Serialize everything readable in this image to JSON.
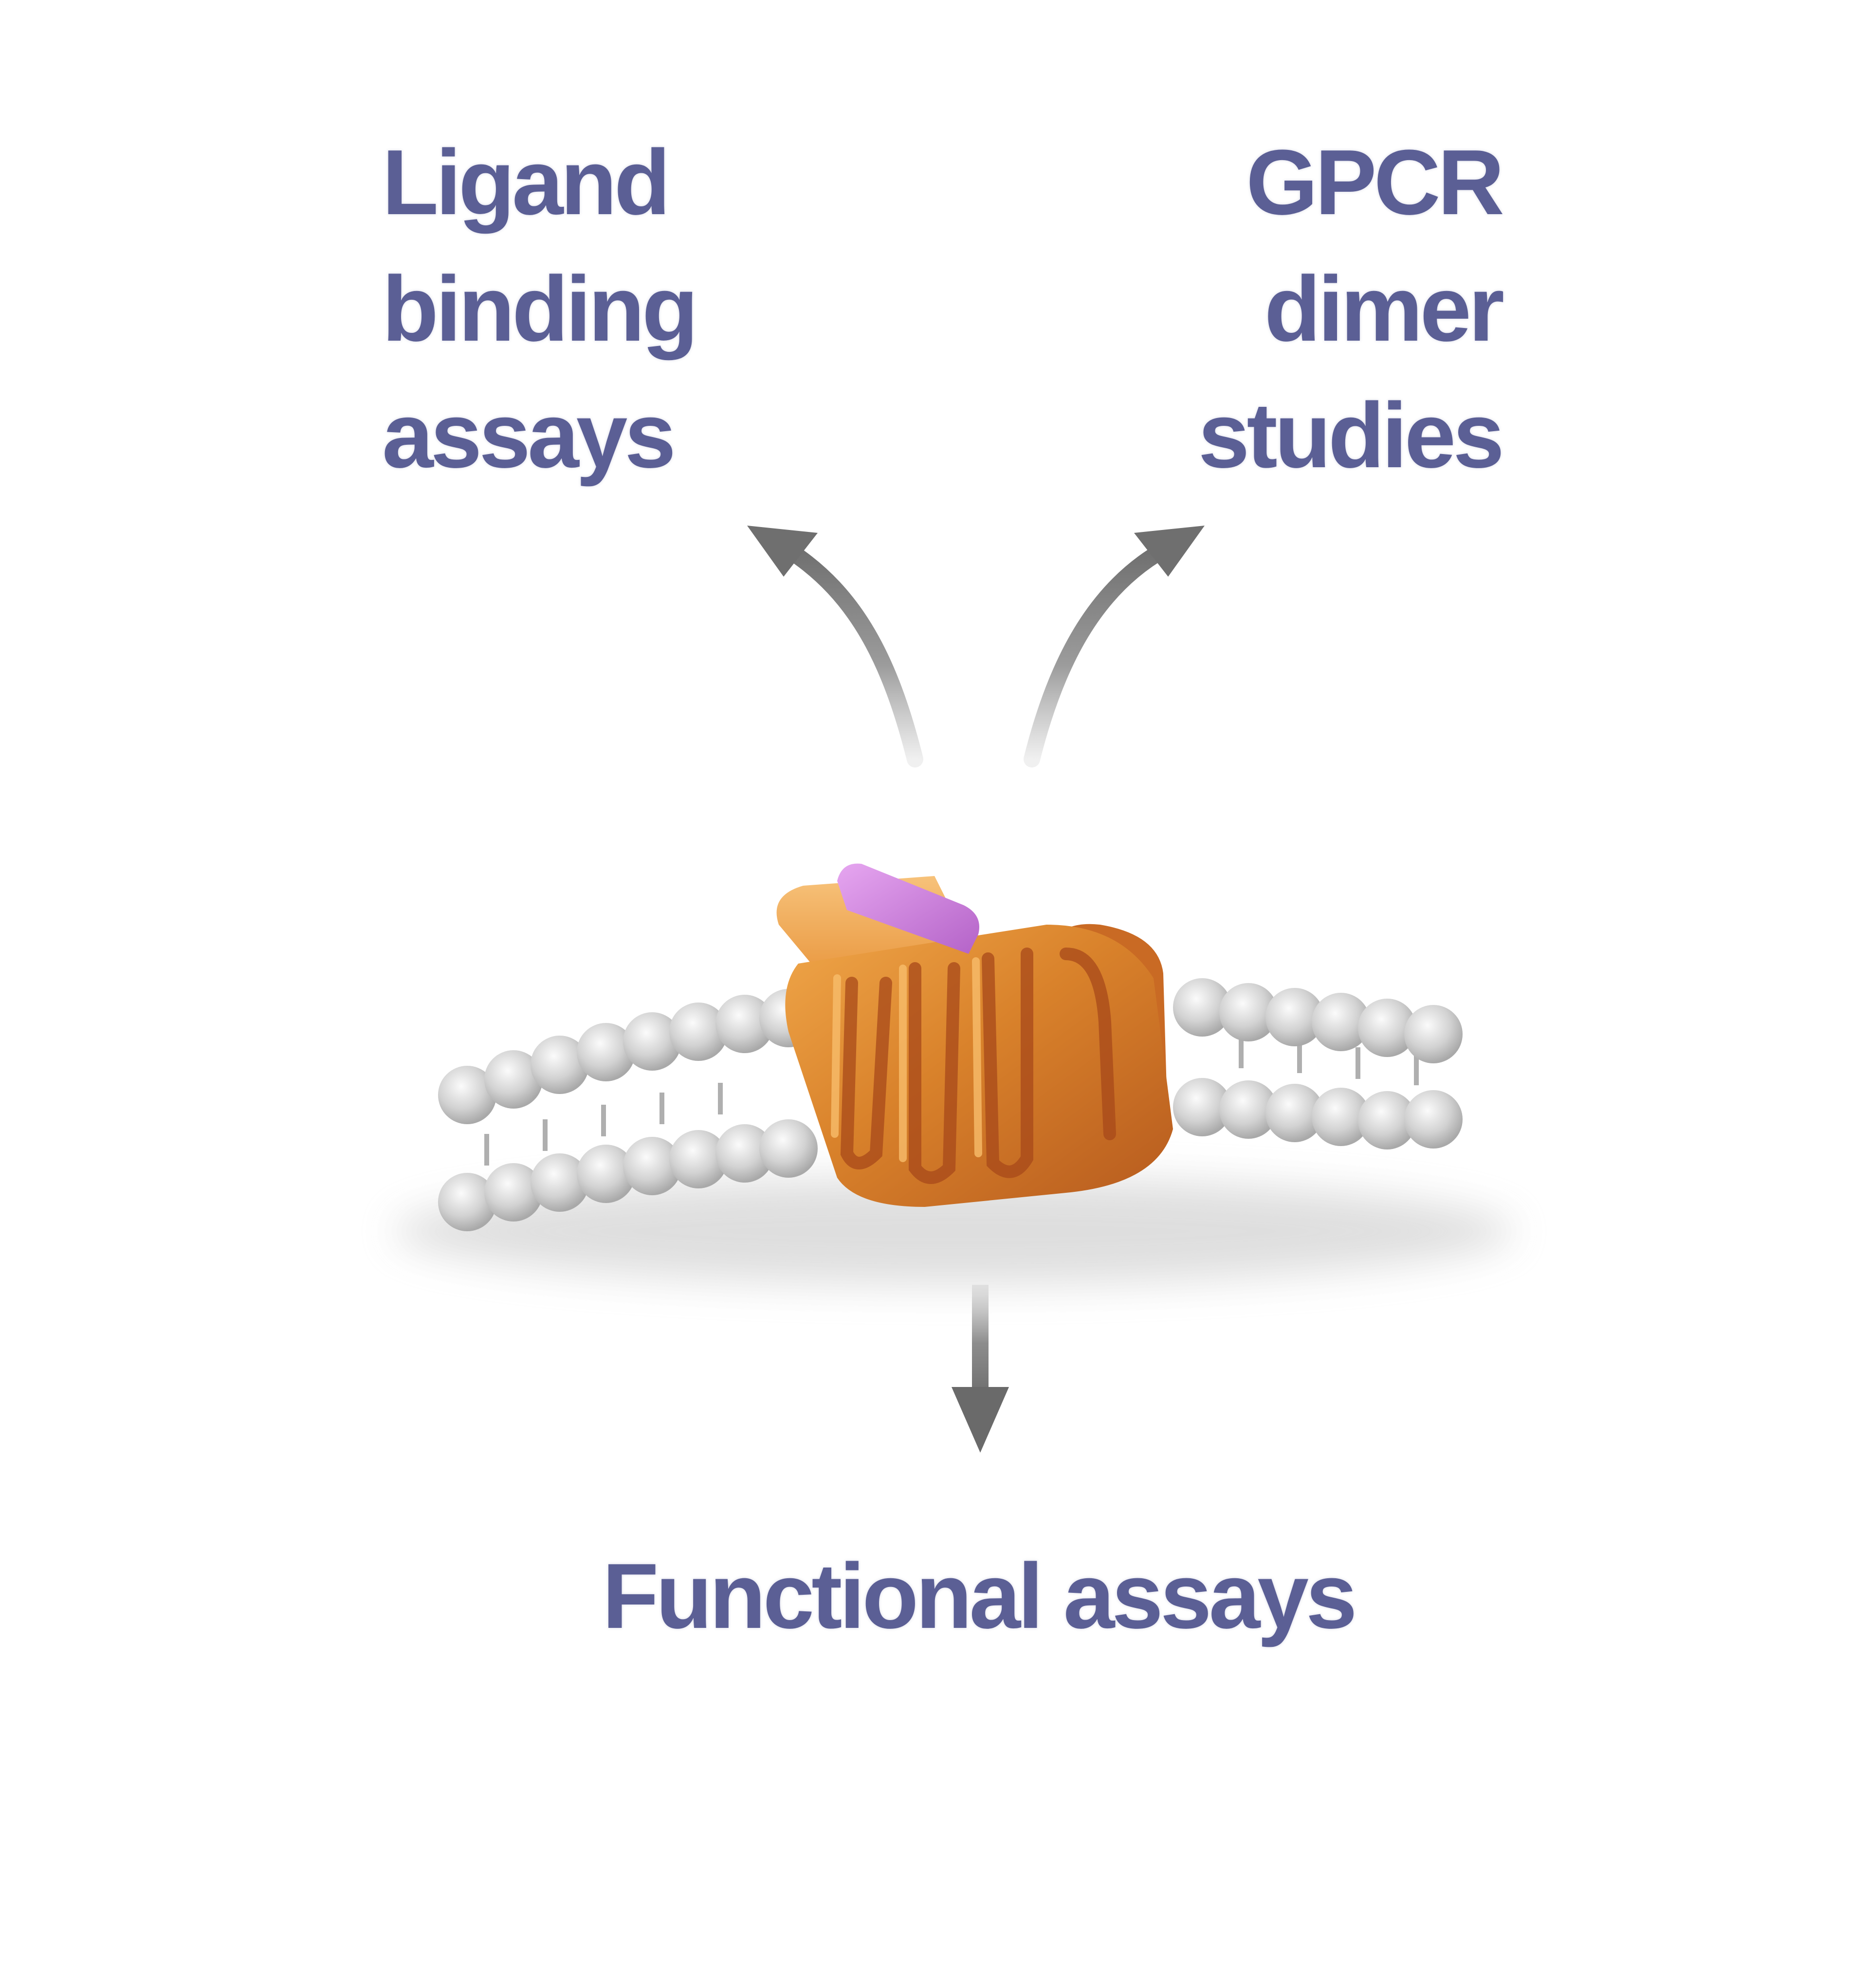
{
  "labels": {
    "ligand_binding": [
      "Ligand",
      "binding",
      "assays"
    ],
    "gpcr_dimer": [
      "GPCR",
      "dimer",
      "studies"
    ],
    "functional": "Functional assays"
  },
  "colors": {
    "label_text": "#5b5f95",
    "arrow": "#7a7a7a",
    "receptor": "#d9822b",
    "ligand": "#c879d6",
    "membrane": "#c8c8c8"
  }
}
